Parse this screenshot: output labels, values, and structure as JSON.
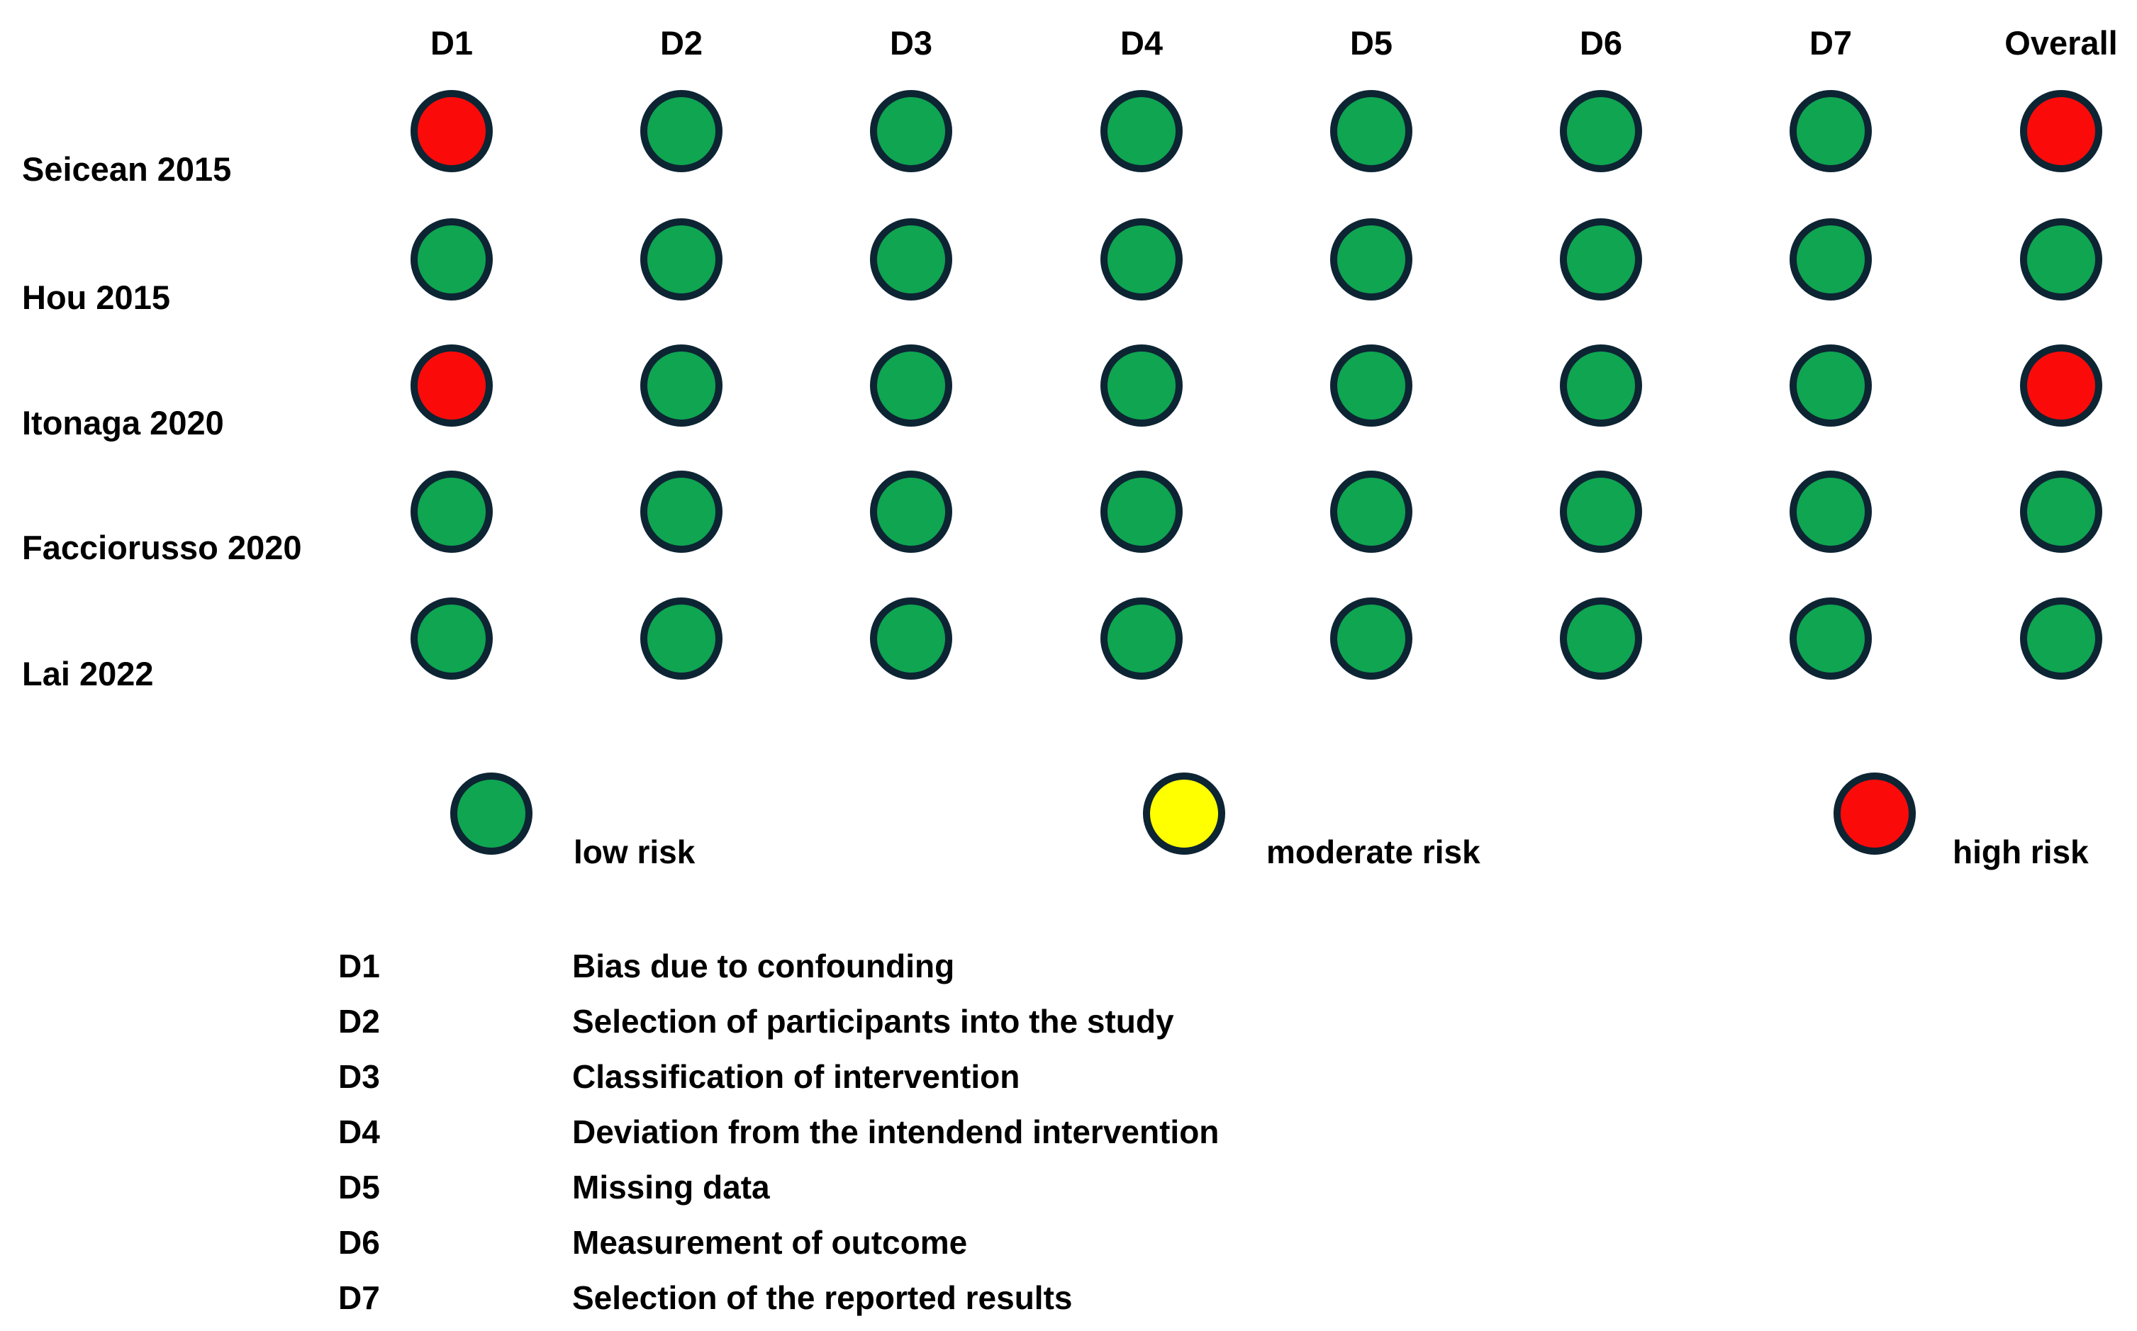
{
  "chart_data": {
    "type": "heatmap",
    "subtype": "risk-of-bias-traffic-light-plot",
    "title": "",
    "columns": [
      "D1",
      "D2",
      "D3",
      "D4",
      "D5",
      "D6",
      "D7",
      "Overall"
    ],
    "rows": [
      "Seicean 2015",
      "Hou 2015",
      "Itonaga 2020",
      "Facciorusso 2020",
      "Lai 2022"
    ],
    "values": [
      [
        "high",
        "low",
        "low",
        "low",
        "low",
        "low",
        "low",
        "high"
      ],
      [
        "low",
        "low",
        "low",
        "low",
        "low",
        "low",
        "low",
        "low"
      ],
      [
        "high",
        "low",
        "low",
        "low",
        "low",
        "low",
        "low",
        "high"
      ],
      [
        "low",
        "low",
        "low",
        "low",
        "low",
        "low",
        "low",
        "low"
      ],
      [
        "low",
        "low",
        "low",
        "low",
        "low",
        "low",
        "low",
        "low"
      ]
    ],
    "legend": [
      {
        "key": "low",
        "label": "low risk",
        "color": "#0FA551"
      },
      {
        "key": "moderate",
        "label": "moderate risk",
        "color": "#FFFF00"
      },
      {
        "key": "high",
        "label": "high risk",
        "color": "#FB0A0A"
      }
    ],
    "legend_position": "below-grid",
    "colors": {
      "low": "#0FA551",
      "moderate": "#FFFF00",
      "high": "#FB0A0A",
      "outline": "#0D2433",
      "text": "#000000",
      "background": "#FFFFFF"
    },
    "grid": false,
    "domain_definitions": [
      {
        "code": "D1",
        "label": "Bias due to confounding"
      },
      {
        "code": "D2",
        "label": "Selection of participants into the study"
      },
      {
        "code": "D3",
        "label": "Classification of intervention"
      },
      {
        "code": "D4",
        "label": "Deviation from the intendend intervention"
      },
      {
        "code": "D5",
        "label": "Missing data"
      },
      {
        "code": "D6",
        "label": "Measurement of outcome"
      },
      {
        "code": "D7",
        "label": "Selection of the reported results"
      }
    ]
  }
}
